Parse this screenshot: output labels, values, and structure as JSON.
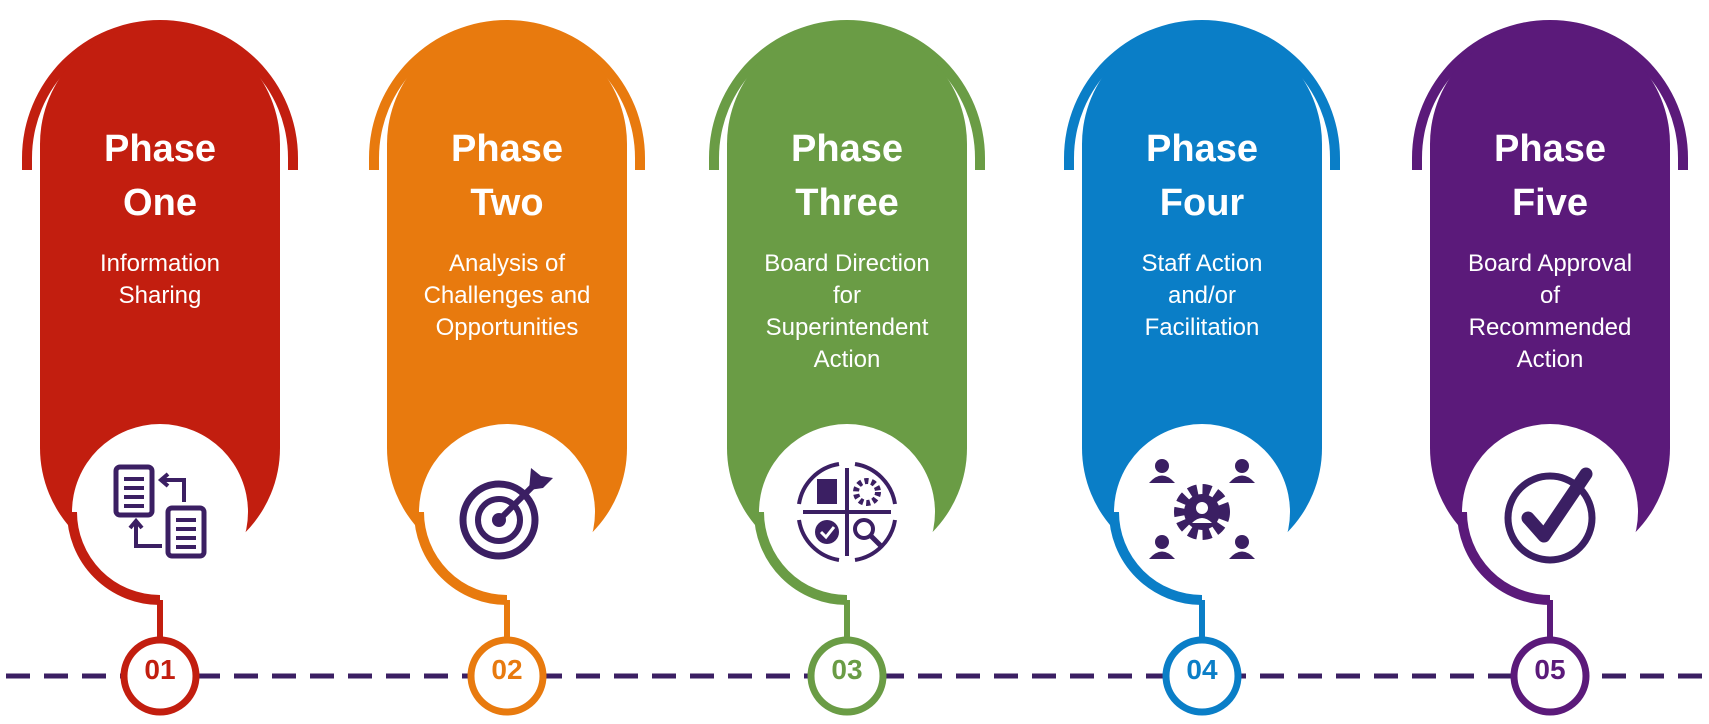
{
  "phases": [
    {
      "title_line1": "Phase",
      "title_line2": "One",
      "description": "Information Sharing",
      "number": "01",
      "color": "#C21E0F",
      "icon": "documents-exchange-icon"
    },
    {
      "title_line1": "Phase",
      "title_line2": "Two",
      "description": "Analysis of Challenges and Opportunities",
      "number": "02",
      "color": "#E87A0E",
      "icon": "target-arrow-icon"
    },
    {
      "title_line1": "Phase",
      "title_line2": "Three",
      "description": "Board Direction for Superintendent Action",
      "number": "03",
      "color": "#6A9C45",
      "icon": "process-cycle-icon"
    },
    {
      "title_line1": "Phase",
      "title_line2": "Four",
      "description": "Staff Action and/or Facilitation",
      "number": "04",
      "color": "#0A7EC7",
      "icon": "team-gear-icon"
    },
    {
      "title_line1": "Phase",
      "title_line2": "Five",
      "description": "Board Approval of Recommended Action",
      "number": "05",
      "color": "#5B1A7A",
      "icon": "checkmark-circle-icon"
    }
  ],
  "icon_color": "#3B1F63",
  "timeline_color": "#3B1F63"
}
